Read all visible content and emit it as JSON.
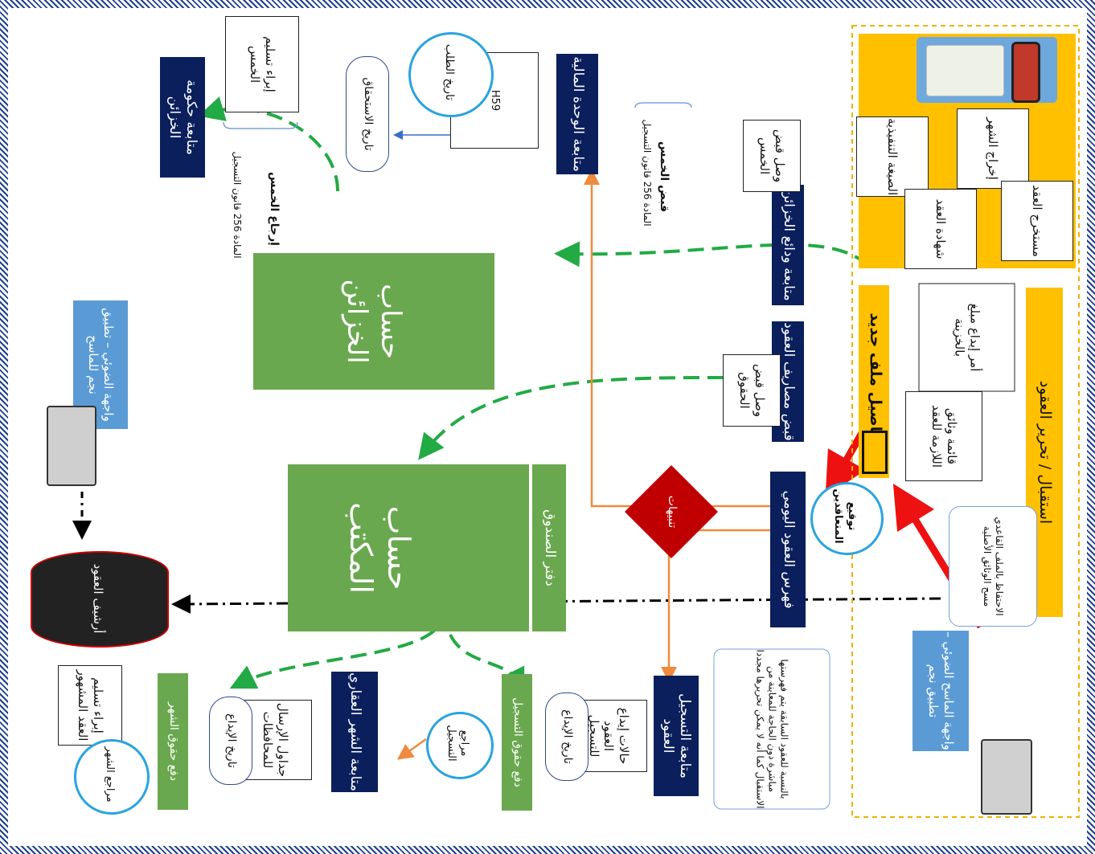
{
  "colors": {
    "navy": "#0a1f5c",
    "green": "#6aa84f",
    "orange": "#ffc000",
    "red": "#c00000",
    "blue": "#5b9bd5",
    "dash_green": "#22aa44",
    "orange_line": "#f08a3c"
  },
  "boxes": {
    "rights_payment": "متابعة الوحدة المالية",
    "treasury_accounts": "متابعة حكومة الخزائن",
    "fifth_receipts": "متابعة ودائع الخزائن",
    "contracts_collection": "قبض مصاريف العقود",
    "daily_index": "فهرس العقود اليومي",
    "registration_followup": "متابعة التسجيل العقود",
    "land_registry_followup": "متابعة الشهر العقاري",
    "contracts_archive": "أرشيف العقود"
  },
  "sections": {
    "treasury_title": "حساب الخزائن",
    "main_account_title": "حساب المكتب",
    "cash_book": "دفتر الصندوق",
    "receive_edit": "استقبال / تحرير العقود",
    "file_details": "تفاصيل ملف جديد",
    "alerts": "تنبيهات"
  },
  "docs": {
    "deliver_fifth": "إبراء تسليم الخمس",
    "fifth_receipt": "وصل قبض الخمس",
    "rights_receipt": "وصل قبض الحقوق",
    "executive_copy": "الصيغة التنفيذية",
    "release": "إخراج الشهر",
    "contract_cert": "شهادة العقد",
    "contract_extract": "مستخرج العقد",
    "deposit_order": "أمر إيداع مبلغ بالخزينة",
    "doc_list": "قائمة وثائق اللازمة للعقد",
    "deposit_cases": "حالات إيداع العقود للتسجيل",
    "send_table": "جداول الإرسال للمحافظات",
    "deliver_published": "إبراء تسليم العقد المشهور",
    "h59": "H59"
  },
  "pills": {
    "entitlement_date": "تاريخ الاستحقاق",
    "deposit_date_1": "تاريخ الإيداع",
    "deposit_date_2": "تاريخ الإيداع"
  },
  "circles": {
    "request_date": "تاريخ الطلب",
    "signatures": "توقيع المتعاقدين",
    "reg_refs": "مراجع التسجيل",
    "pub_refs": "مراجع الشهر"
  },
  "green_labels": {
    "pay_reg_rights": "دفع حقوق التسجيل",
    "pay_pub_rights": "دفع حقوق الشهر"
  },
  "notes": {
    "fifth_collect_title": "قبض الخمس",
    "fifth_collect_law": "المادة 256 قانون التسجيل",
    "fifth_return_title": "إرجاع الخمس",
    "fifth_return_law": "المادة 256 قانون التسجيل",
    "prev_contracts": "بالنسبة للعقود السابقة يتم فهرستها مباشرة دون الحاجة للمعاينة من الاستقبال كما أنه لا يمكن تحريرها مجددا",
    "scan_note": "الاحتفاظ بالملف القاعدي مسح الوثائق الأصلية"
  },
  "interfaces": {
    "scanner_interface": "واجهة الماسح الضوئي – تطبيق نجم",
    "archive_interface": "واجهة الضوئي – تطبيق نجم للماسح"
  }
}
